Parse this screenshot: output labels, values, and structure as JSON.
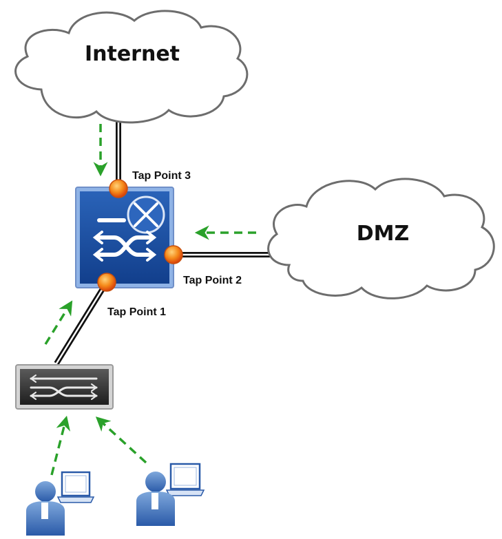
{
  "clouds": {
    "internet": {
      "label": "Internet"
    },
    "dmz": {
      "label": "DMZ"
    }
  },
  "tap_points": {
    "tap1": {
      "label": "Tap Point 1"
    },
    "tap2": {
      "label": "Tap Point 2"
    },
    "tap3": {
      "label": "Tap Point 3"
    }
  },
  "devices": {
    "router_switch": {
      "icon": "layer3-switch-icon"
    },
    "access_switch": {
      "icon": "layer2-switch-icon"
    },
    "workstations": [
      {
        "icon": "user-workstation-icon"
      },
      {
        "icon": "user-workstation-icon"
      }
    ]
  },
  "colors": {
    "traffic_arrow": "#2aa12a",
    "tap_point": "#f07a10",
    "router_blue": "#1c4fa0",
    "link": "#111111"
  }
}
